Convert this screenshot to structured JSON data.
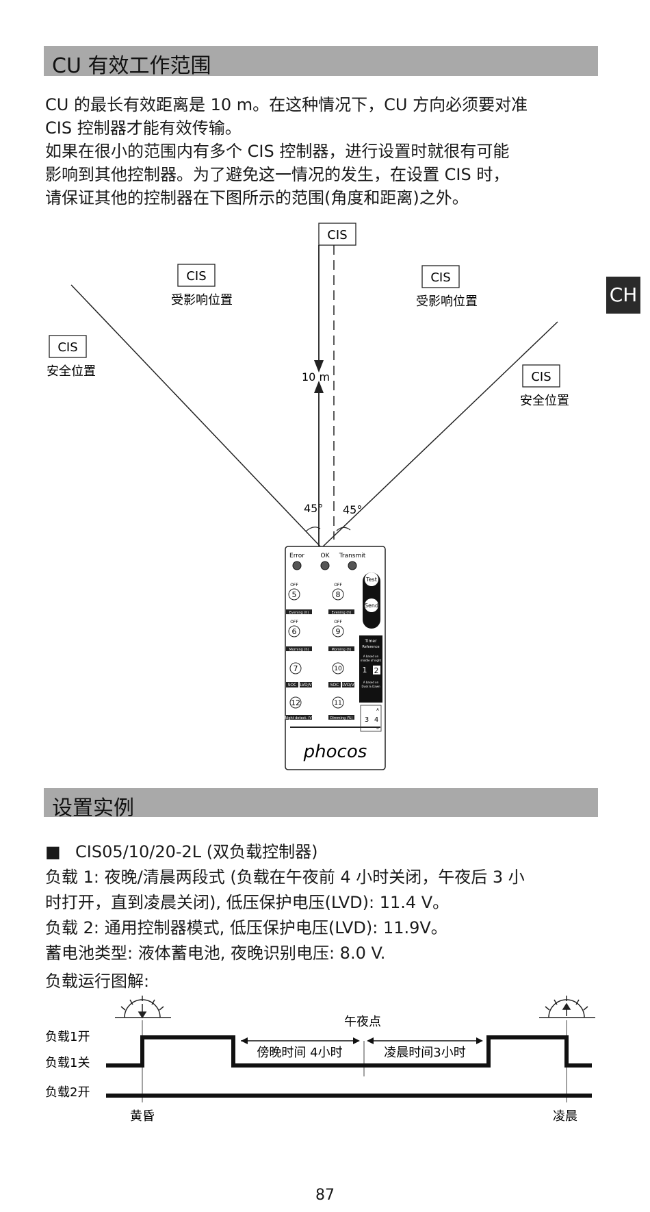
{
  "section1": {
    "title": "CU 有效工作范围",
    "paragraph_lines": [
      "CU 的最长有效距离是 10 m。在这种情况下，CU 方向必须要对准",
      "CIS 控制器才能有效传输。",
      "如果在很小的范围内有多个 CIS 控制器，进行设置时就很有可能",
      "影响到其他控制器。为了避免这一情况的发生，在设置 CIS 时，",
      "请保证其他的控制器在下图所示的范围(角度和距离)之外。"
    ]
  },
  "diagram1": {
    "cis_label": "CIS",
    "affected_label": "受影响位置",
    "safe_label": "安全位置",
    "distance_label": "10 m",
    "angle_label": "45°"
  },
  "device": {
    "led_labels": [
      "Error",
      "OK",
      "Transmit"
    ],
    "test_label": "Test",
    "send_label": "Send",
    "timer_label_1": "Timer",
    "timer_label_2": "Reference",
    "based_mid_1": "A based on",
    "based_mid_2": "middle of night",
    "based_dusk_1": "A based on",
    "based_dusk_2": "Dusk & Dawn",
    "dial_numbers": [
      "5",
      "8",
      "6",
      "9",
      "7",
      "10",
      "12",
      "11"
    ],
    "off_label": "OFF",
    "evening_label": "Evening (h)",
    "morning_label": "Morning (h)",
    "soc_label": "SOC",
    "lvd_label": "LVD/V",
    "night_label": "Night detect. (V)",
    "dimming_label": "Dimming (%)",
    "digit_1": "1",
    "digit_2": "2",
    "digit_3": "3",
    "digit_4": "4",
    "letter_a": "A",
    "letter_b": "B",
    "brand": "phocos"
  },
  "side_tab": "CH",
  "section2": {
    "title": "设置实例",
    "bullet": "■",
    "lines": [
      "CIS05/10/20-2L (双负载控制器)",
      "负载 1: 夜晚/清晨两段式 (负载在午夜前 4 小时关闭，午夜后 3 小",
      "时打开，直到凌晨关闭), 低压保护电压(LVD): 11.4 V。",
      "负载 2: 通用控制器模式, 低压保护电压(LVD): 11.9V。",
      "蓄电池类型: 液体蓄电池, 夜晚识别电压: 8.0 V.",
      "负载运行图解:"
    ]
  },
  "timing": {
    "load1_on": "负载1开",
    "load1_off": "负载1关",
    "load2_on": "负载2开",
    "midnight": "午夜点",
    "evening_time": "傍晚时间 4小时",
    "morning_time": "凌晨时间3小时",
    "dusk": "黄昏",
    "dawn": "凌晨"
  },
  "page_number": "87"
}
